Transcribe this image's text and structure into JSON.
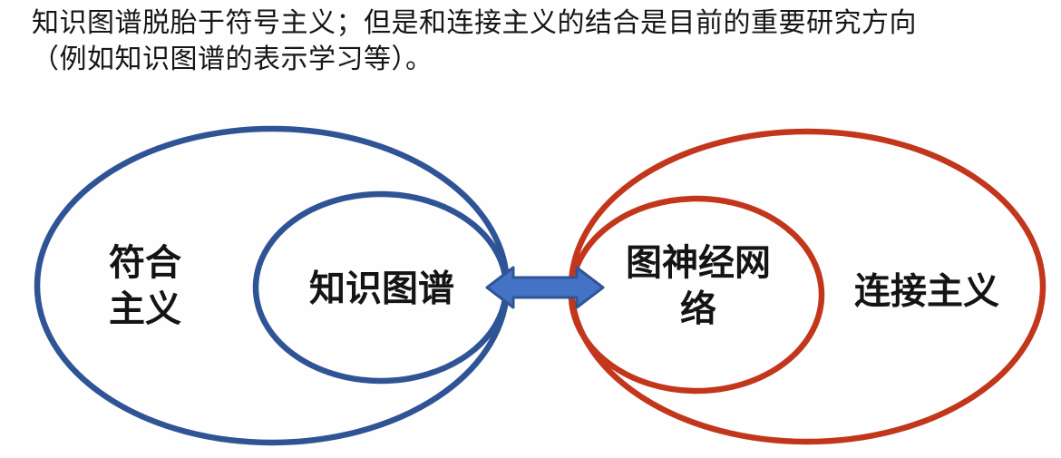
{
  "header": {
    "line1": "知识图谱脱胎于符号主义；但是和连接主义的结合是目前的重要研究方向",
    "line2": "（例如知识图谱的表示学习等）。"
  },
  "diagram": {
    "left_group": {
      "outer_label_line1": "符合",
      "outer_label_line2": "主义",
      "inner_label": "知识图谱",
      "stroke_color": "#2F5496"
    },
    "right_group": {
      "outer_label": "连接主义",
      "inner_label_line1": "图神经网",
      "inner_label_line2": "络",
      "stroke_color": "#C2361C"
    },
    "arrow": {
      "type": "double-headed-horizontal",
      "fill": "#4472C4",
      "border": "#2F5597"
    },
    "text_color": "#141414",
    "background": "#FEFEFE"
  }
}
